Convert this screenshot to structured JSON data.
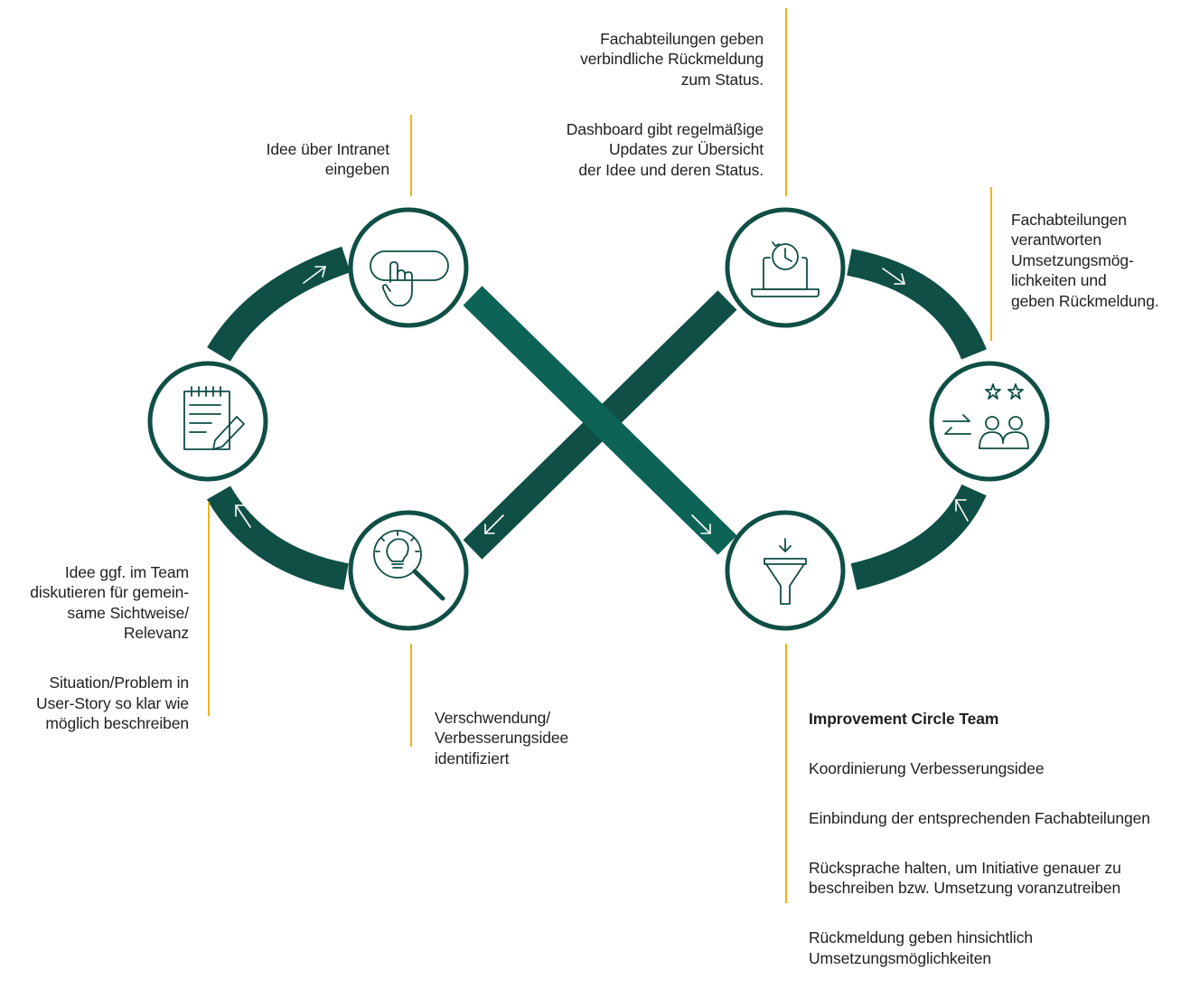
{
  "colors": {
    "ring": "#0f4f45",
    "ring_light": "#0c6356",
    "accent_line": "#f2b21a",
    "node_fill": "#ffffff"
  },
  "steps": [
    {
      "icon": "pointer-button-icon",
      "text": "Idee über Intranet\neingeben"
    },
    {
      "icon": "laptop-clock-icon",
      "paragraphs": [
        "Fachabteilungen geben\nverbindliche Rückmeldung\nzum Status.",
        "Dashboard gibt regelmäßige\nUpdates zur Übersicht\nder Idee und deren Status."
      ]
    },
    {
      "icon": "team-exchange-icon",
      "text": "Fachabteilungen\nverantworten\nUmsetzungsmög-\nlichkeiten und\ngeben Rückmeldung."
    },
    {
      "icon": "notepad-pen-icon",
      "paragraphs": [
        "Idee ggf. im Team\ndiskutieren für gemein-\nsame Sichtweise/\nRelevanz",
        "Situation/Problem in\nUser-Story so klar wie\nmöglich beschreiben"
      ]
    },
    {
      "icon": "lightbulb-search-icon",
      "text": "Verschwendung/\nVerbesserungsidee\nidentifiziert"
    },
    {
      "icon": "funnel-icon"
    }
  ],
  "team": {
    "title": "Improvement Circle Team",
    "items": [
      "Koordinierung Verbesserungsidee",
      "Einbindung der entsprechenden Fachabteilungen",
      "Rücksprache halten, um Initiative genauer zu\nbeschreiben bzw. Umsetzung voranzutreiben",
      "Rückmeldung geben hinsichtlich\nUmsetzungsmöglichkeiten"
    ]
  }
}
